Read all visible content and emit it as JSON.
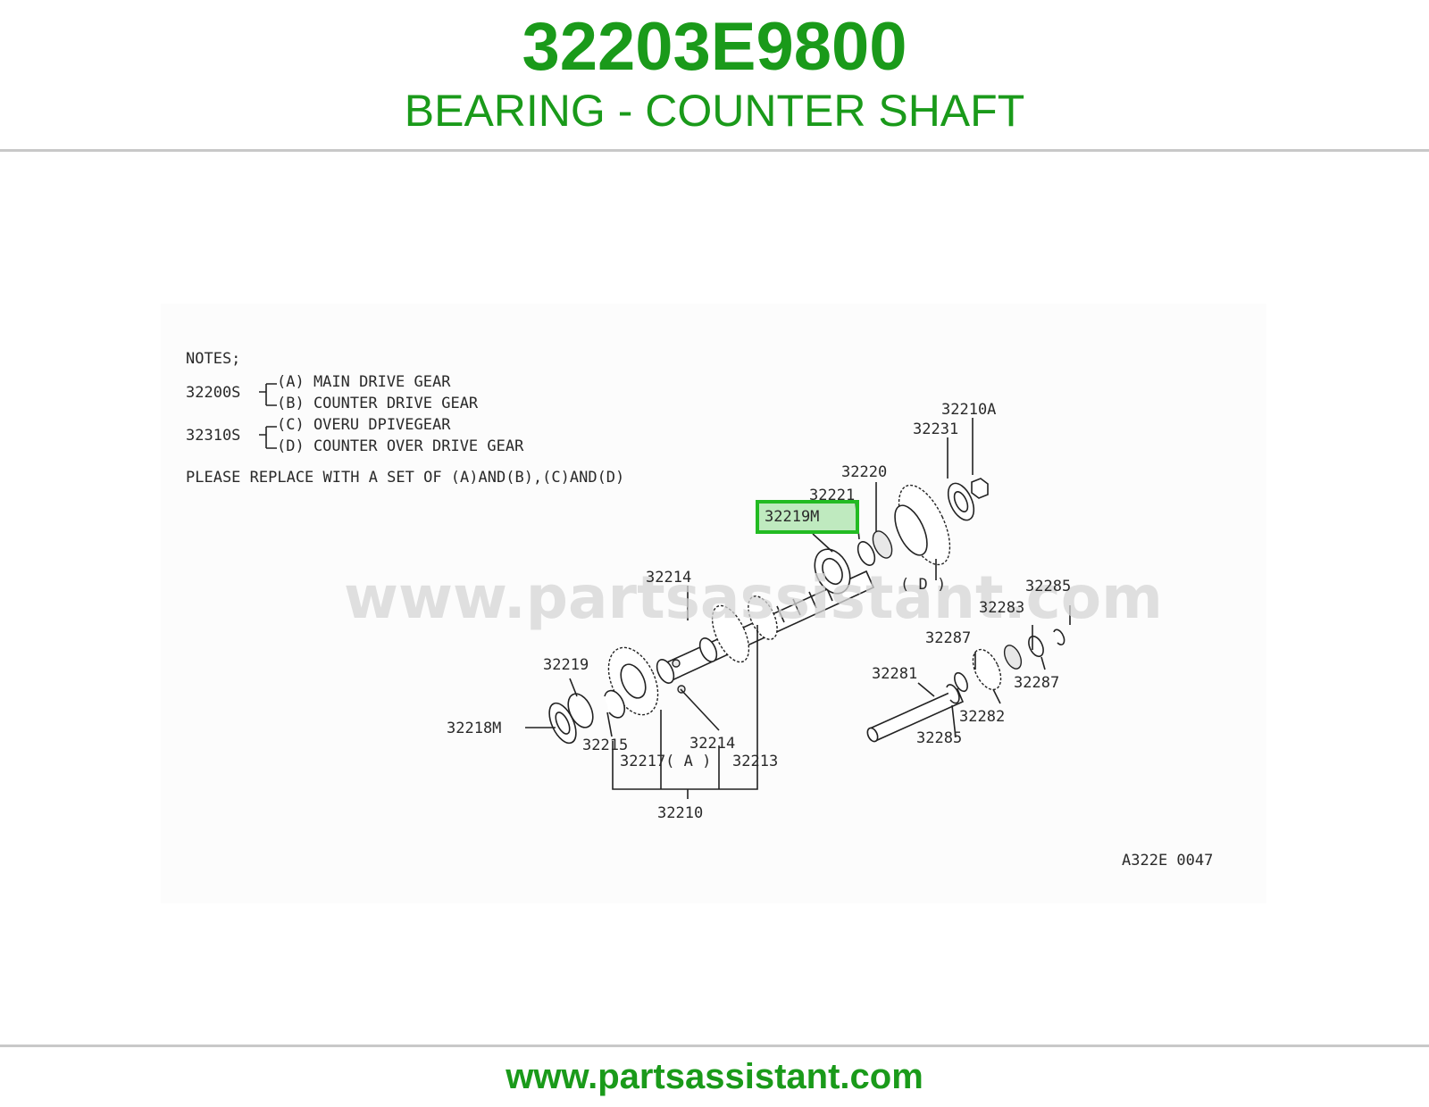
{
  "header": {
    "part_number": "32203E9800",
    "part_name": "BEARING - COUNTER SHAFT"
  },
  "diagram": {
    "notes": {
      "title": "NOTES;",
      "group1_code": "32200S",
      "group1_a": "(A) MAIN DRIVE GEAR",
      "group1_b": "(B) COUNTER DRIVE GEAR",
      "group2_code": "32310S",
      "group2_c": "(C) OVERU DPIVEGEAR",
      "group2_d": "(D) COUNTER OVER DRIVE GEAR",
      "instruction": "PLEASE REPLACE WITH A SET OF (A)AND(B),(C)AND(D)"
    },
    "labels": {
      "p32210A": "32210A",
      "p32231": "32231",
      "p32220": "32220",
      "p32221": "32221",
      "p32219M": "32219M",
      "pD": "( D )",
      "p32214_top": "32214",
      "p32285_top": "32285",
      "p32283": "32283",
      "p32287_top": "32287",
      "p32287_right": "32287",
      "p32281": "32281",
      "p32282": "32282",
      "p32285_bottom": "32285",
      "p32219": "32219",
      "p32218M": "32218M",
      "p32215": "32215",
      "p32214_bottom": "32214",
      "p32217": "32217( A )",
      "p32213": "32213",
      "p32210": "32210"
    },
    "diagram_code": "A322E 0047",
    "watermark": "www.partsassistant.com",
    "highlight_color": "#22bb22"
  },
  "footer": {
    "url": "www.partsassistant.com"
  }
}
